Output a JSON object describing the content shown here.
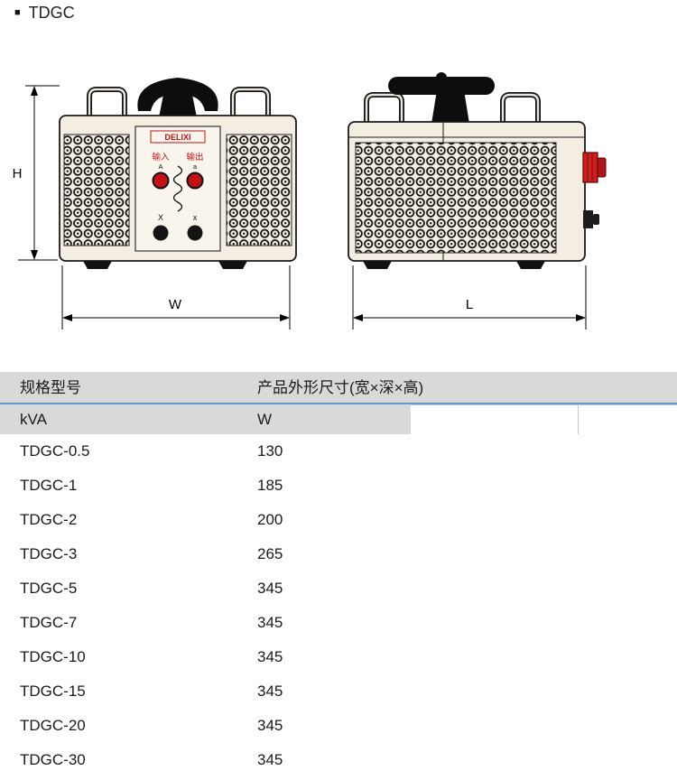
{
  "page_title": {
    "bullet": "■",
    "text": "TDGC"
  },
  "drawing": {
    "brand": "DELIXI",
    "input_label": "输入",
    "output_label": "输出",
    "terminal_upper_left": "A",
    "terminal_upper_right": "a",
    "terminal_lower_left": "X",
    "terminal_lower_right": "x",
    "dim_height": "H",
    "dim_width": "W",
    "dim_length": "L",
    "body_color": "#f3eee1",
    "accent_red": "#c41111"
  },
  "table": {
    "header_row": {
      "spec_model": "规格型号",
      "dimensions": "产品外形尺寸(宽×深×高)"
    },
    "unit_row": {
      "kva": "kVA",
      "w": "W"
    },
    "rows": [
      {
        "model": "TDGC-0.5",
        "w": "130"
      },
      {
        "model": "TDGC-1",
        "w": "185"
      },
      {
        "model": "TDGC-2",
        "w": "200"
      },
      {
        "model": "TDGC-3",
        "w": "265"
      },
      {
        "model": "TDGC-5",
        "w": "345"
      },
      {
        "model": "TDGC-7",
        "w": "345"
      },
      {
        "model": "TDGC-10",
        "w": "345"
      },
      {
        "model": "TDGC-15",
        "w": "345"
      },
      {
        "model": "TDGC-20",
        "w": "345"
      },
      {
        "model": "TDGC-30",
        "w": "345"
      }
    ],
    "header_bg": "#d9d9d9",
    "header_underline": "#5b9bd5"
  }
}
